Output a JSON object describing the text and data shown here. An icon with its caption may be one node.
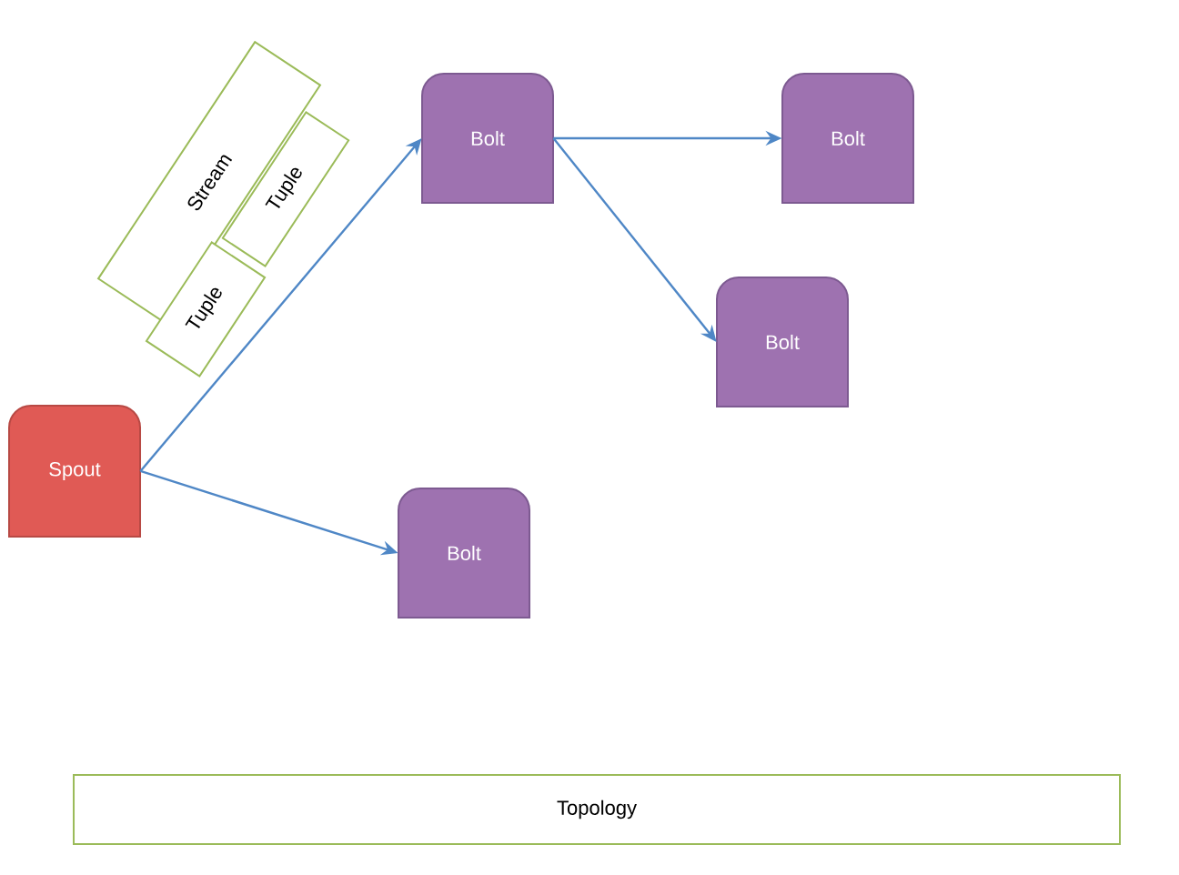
{
  "diagram": {
    "nodes": [
      {
        "text": [
          "Stream"
        ]
      },
      {
        "text": [
          "Tuple"
        ]
      },
      {
        "text": [
          "Tuple"
        ]
      },
      {
        "text": [
          "Spout"
        ]
      },
      {
        "text": [
          "Bolt"
        ]
      },
      {
        "text": [
          "Bolt"
        ]
      },
      {
        "text": [
          "Bolt"
        ]
      },
      {
        "text": [
          "Bolt"
        ]
      },
      {
        "text": [
          "Topology"
        ]
      }
    ],
    "edges": [
      {
        "from": 3,
        "to": 4,
        "arrow": "to"
      },
      {
        "from": 3,
        "to": 7,
        "arrow": "to"
      },
      {
        "from": 4,
        "to": 5,
        "arrow": "to"
      },
      {
        "from": 4,
        "to": 6,
        "arrow": "to"
      }
    ]
  }
}
